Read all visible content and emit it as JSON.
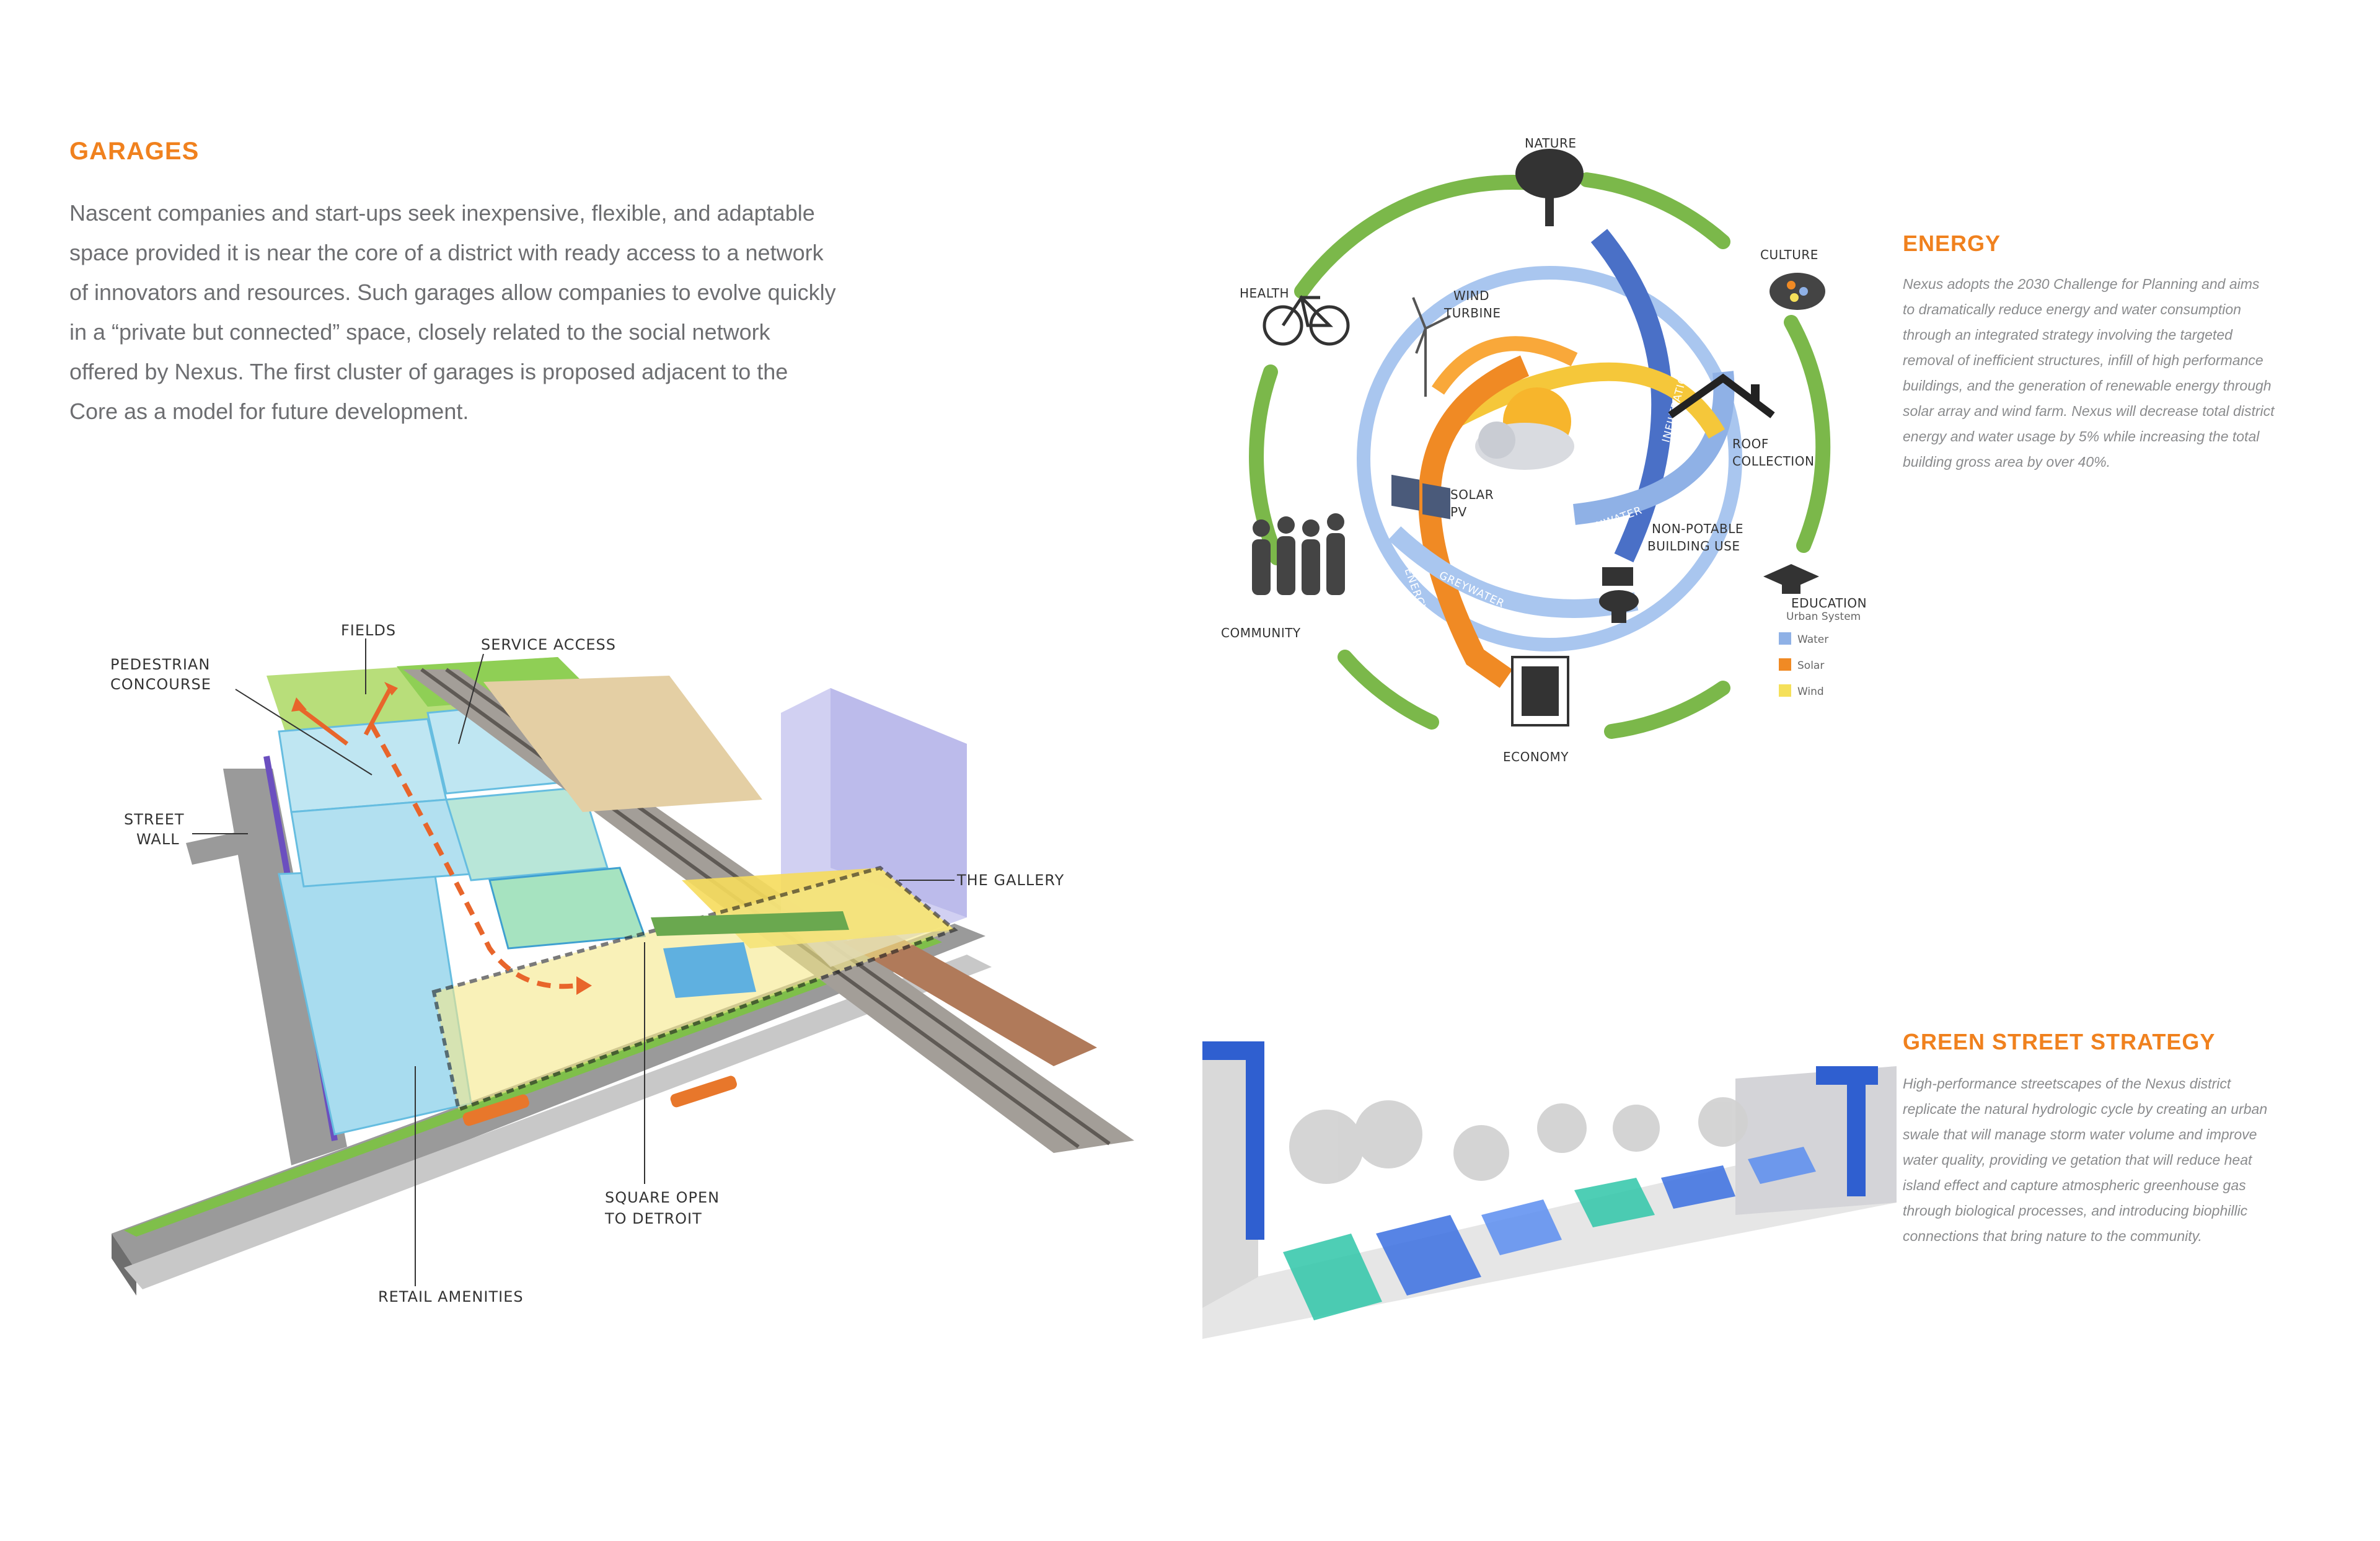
{
  "garages": {
    "heading": "GARAGES",
    "paragraph_lines": [
      "Nascent companies and start-ups seek inexpensive, flexible, and adaptable",
      "space provided it is near the core of a district with ready access to a network",
      "of innovators and resources. Such garages allow companies to evolve quickly",
      "in a “private but connected” space, closely related to the social network",
      "offered by Nexus. The first cluster of garages is proposed adjacent to the",
      "Core as a model for future development."
    ]
  },
  "site_diagram": {
    "labels": {
      "fields": "FIELDS",
      "pedestrian_1": "PEDESTRIAN",
      "pedestrian_2": "CONCOURSE",
      "service_access": "SERVICE ACCESS",
      "street_1": "STREET",
      "street_2": "WALL",
      "the_gallery": "THE GALLERY",
      "square_1": "SQUARE OPEN",
      "square_2": "TO DETROIT",
      "retail": "RETAIL AMENITIES"
    }
  },
  "cycle_diagram": {
    "nodes": {
      "nature": "NATURE",
      "culture": "CULTURE",
      "health": "HEALTH",
      "education": "EDUCATION",
      "community": "COMMUNITY",
      "economy": "ECONOMY"
    },
    "inner": {
      "wind_1": "WIND",
      "wind_2": "TURBINE",
      "roof_1": "ROOF",
      "roof_2": "COLLECTION",
      "solar_1": "SOLAR",
      "solar_2": "PV",
      "nonpotable_1": "NON-POTABLE",
      "nonpotable_2": "BUILDING USE"
    },
    "arrow_labels": {
      "sun": "SUN",
      "infiltration": "INFILTRATION",
      "rainwater": "RAINWATER",
      "greywater": "GREYWATER",
      "energy": "ENERGY"
    },
    "legend": {
      "title": "Urban System",
      "items": [
        {
          "label": "Water",
          "color": "#8fb1e6"
        },
        {
          "label": "Solar",
          "color": "#f08a24"
        },
        {
          "label": "Wind",
          "color": "#f5e05a"
        }
      ]
    }
  },
  "energy": {
    "heading": "ENERGY",
    "paragraph_lines": [
      "Nexus adopts the 2030 Challenge for Planning and aims",
      "to dramatically reduce energy and water consumption",
      "through an integrated strategy involving the targeted",
      "removal of inefficient structures, infill of high performance",
      "buildings, and the generation of renewable energy through",
      "solar array and wind farm. Nexus will decrease total district",
      "energy and water usage by 5% while increasing the total",
      "building gross area by over 40%."
    ]
  },
  "green_street": {
    "heading": "GREEN STREET STRATEGY",
    "paragraph_lines": [
      "High-performance streetscapes of the Nexus district",
      "replicate the natural hydrologic cycle by creating an urban",
      "swale that will manage storm water volume and improve",
      "water quality, providing ve getation that will reduce heat",
      "island effect and capture atmospheric greenhouse gas",
      "through biological processes, and introducing biophillic",
      "connections that bring nature to the community."
    ]
  },
  "colors": {
    "accent_orange": "#f0811e",
    "text_gray": "#6d6e71",
    "cycle_green": "#6aaa3a",
    "water_blue": "#8fb1e6"
  }
}
